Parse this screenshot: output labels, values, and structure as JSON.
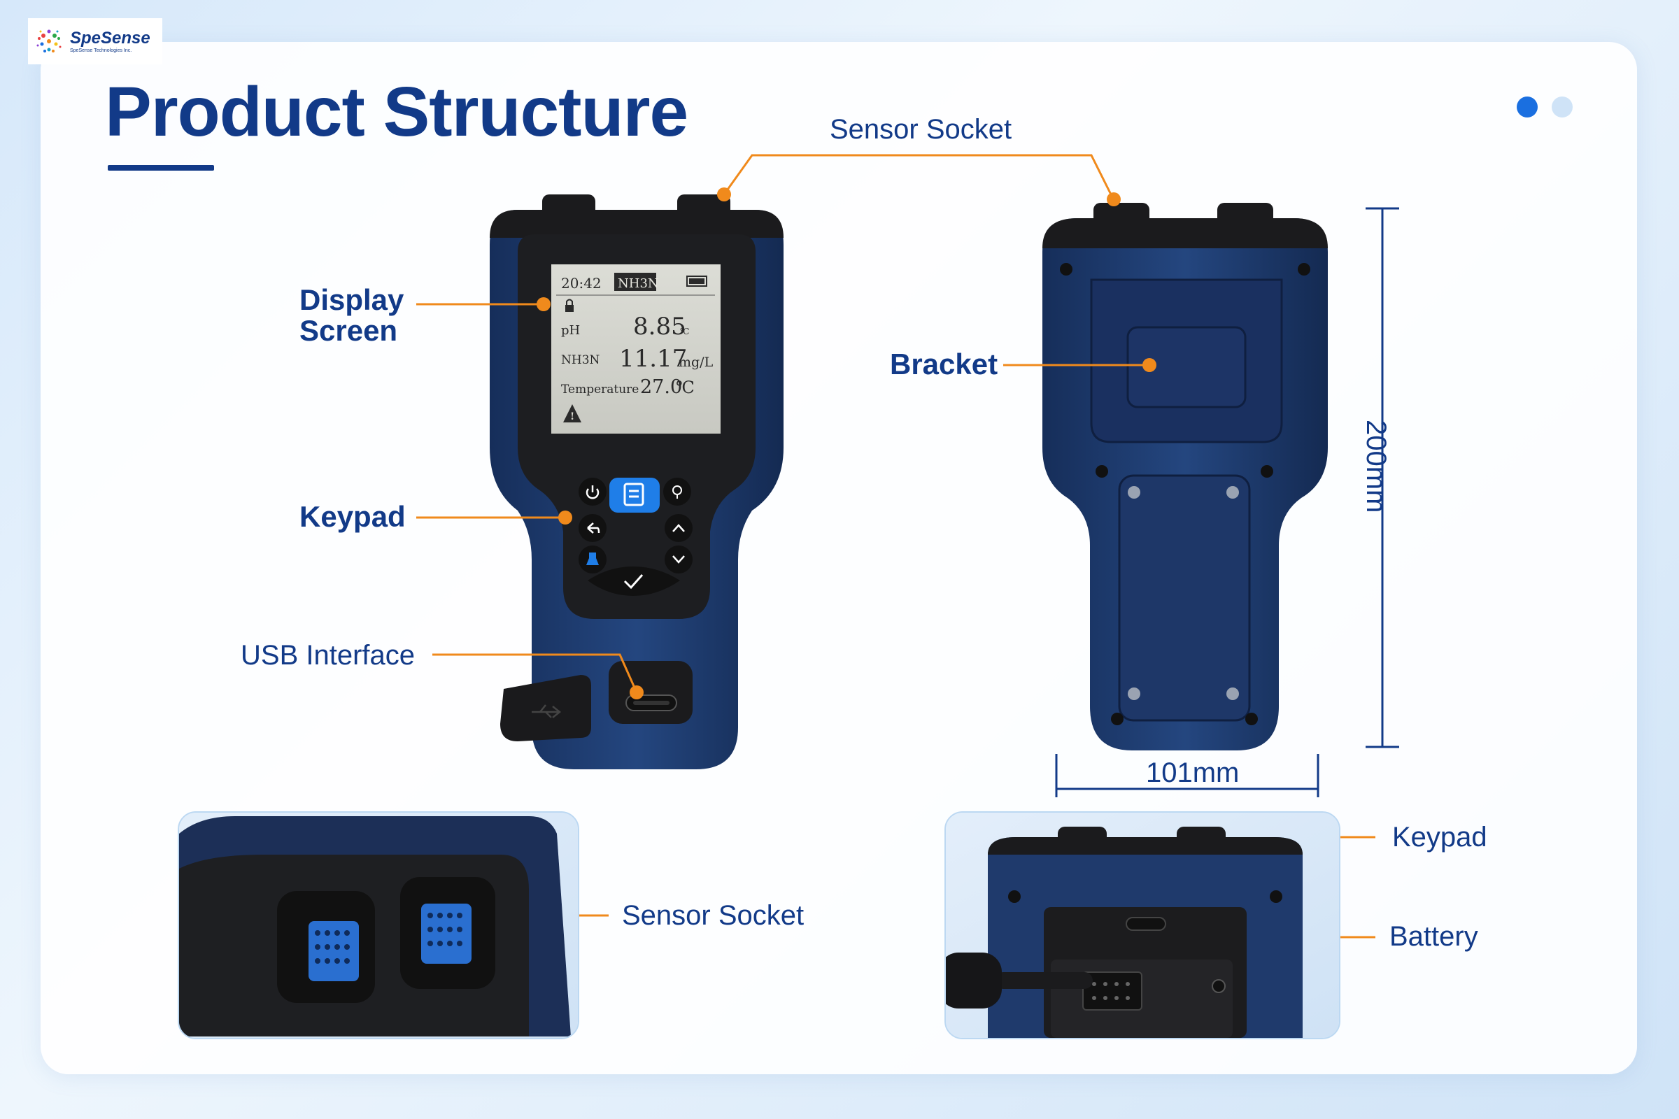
{
  "brand": {
    "name": "SpeSense",
    "subtitle": "SpeSense Technologies Inc."
  },
  "title": "Product Structure",
  "pagination": {
    "total": 2,
    "active": 1
  },
  "labels": {
    "sensor_socket_top": "Sensor Socket",
    "display_screen_line1": "Display",
    "display_screen_line2": "Screen",
    "keypad_front": "Keypad",
    "usb_interface": "USB Interface",
    "bracket": "Bracket",
    "height": "200mm",
    "width": "101mm",
    "sensor_socket_inset": "Sensor Socket",
    "keypad_inset": "Keypad",
    "battery": "Battery"
  },
  "device_screen": {
    "time": "20:42",
    "mode": "NH3N",
    "rows": [
      {
        "name": "pH",
        "value": "8.85",
        "unit": "℃"
      },
      {
        "name": "NH3N",
        "value": "11.17",
        "unit": "mg/L"
      },
      {
        "name": "Temperature",
        "value": "27.0",
        "unit": "℃"
      }
    ]
  },
  "colors": {
    "navy": "#123a88",
    "device_blue": "#1d3a6e",
    "callout_orange": "#f08a1c",
    "accent_blue": "#1a6fe0"
  }
}
